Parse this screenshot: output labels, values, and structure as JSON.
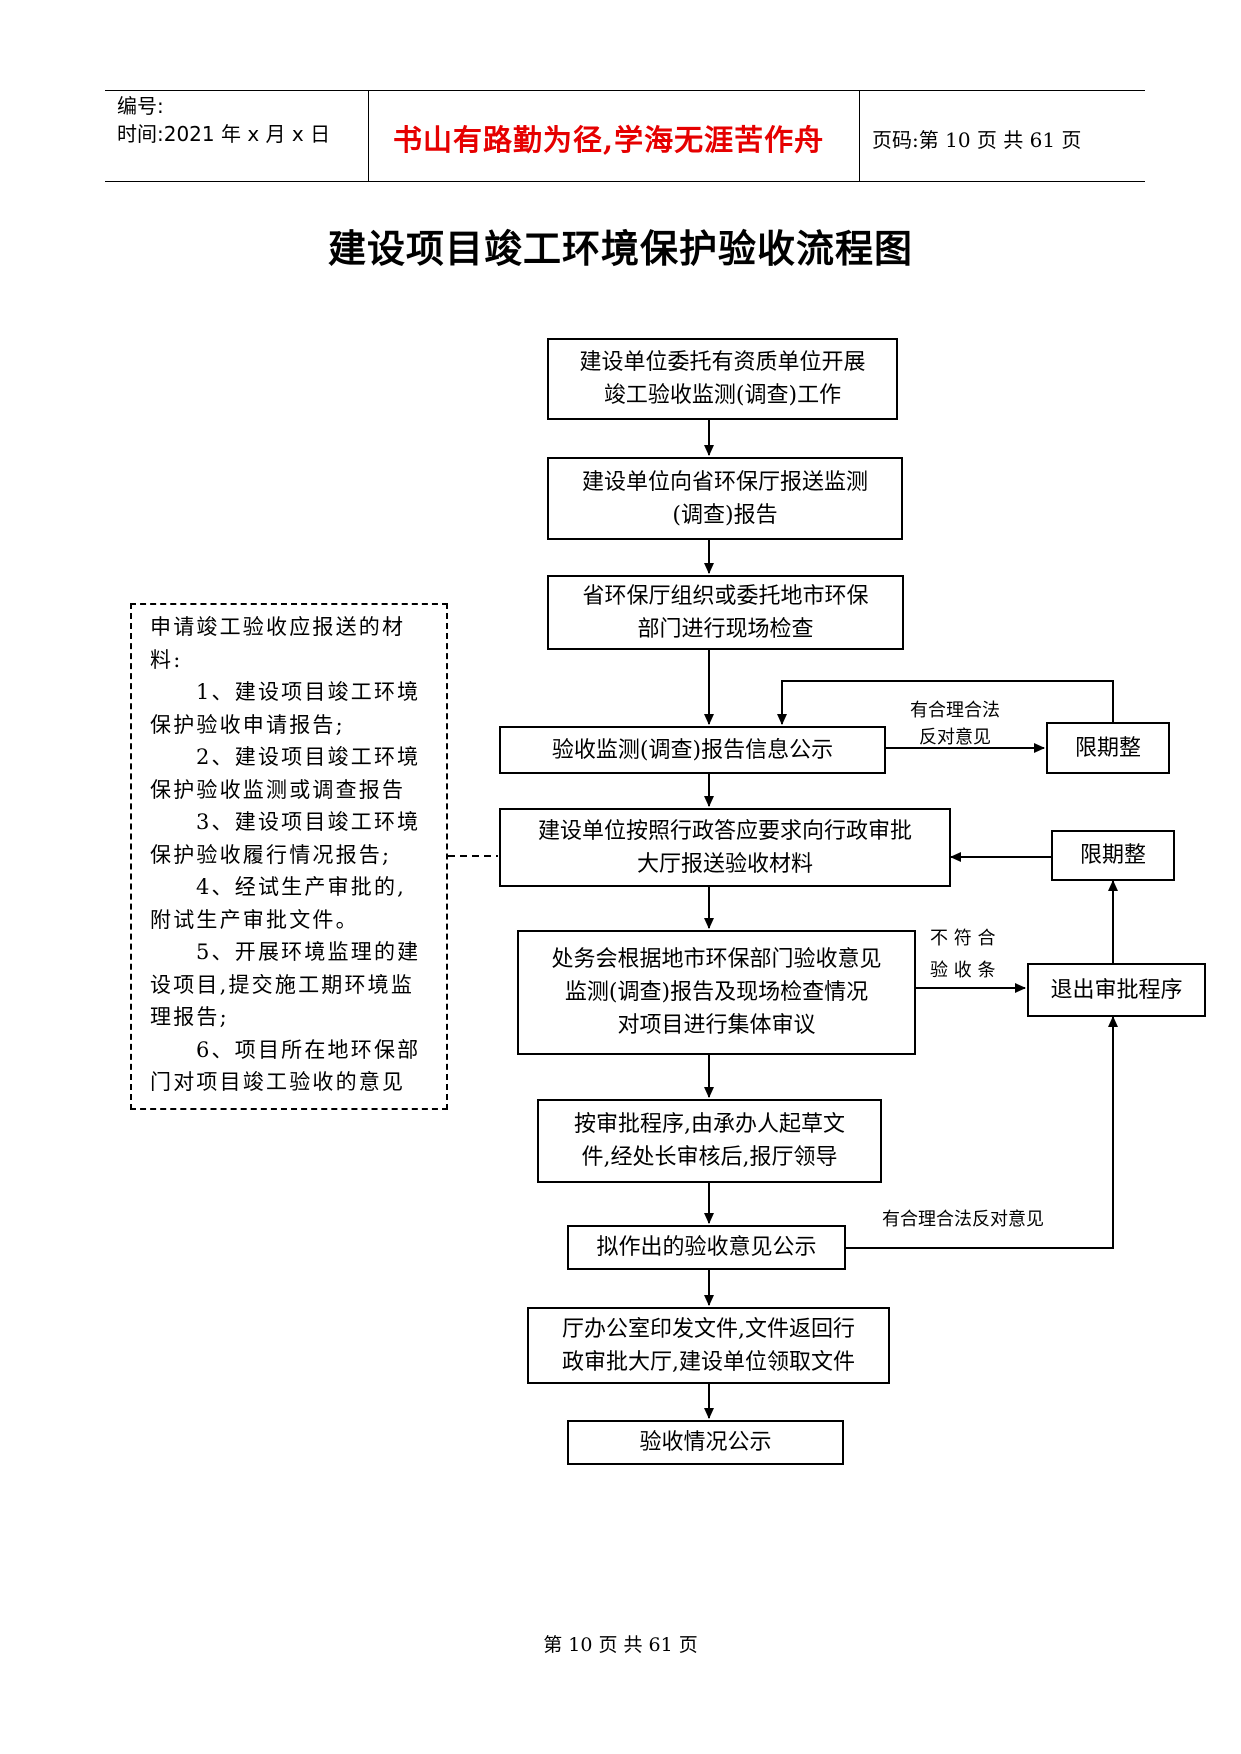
{
  "header": {
    "serial_label": "编号:",
    "time_label": "时间:2021 年 x 月 x 日",
    "motto": "书山有路勤为径,学海无涯苦作舟",
    "page_code": "页码:第 10 页  共 61 页"
  },
  "title": "建设项目竣工环境保护验收流程图",
  "flow": {
    "step1": [
      "建设单位委托有资质单位开展",
      "竣工验收监测(调查)工作"
    ],
    "step2": [
      "建设单位向省环保厅报送监测",
      "(调查)报告"
    ],
    "step3": [
      "省环保厅组织或委托地市环保",
      "部门进行现场检查"
    ],
    "step4": [
      "验收监测(调查)报告信息公示"
    ],
    "step5": [
      "建设单位按照行政答应要求向行政审批",
      "大厅报送验收材料"
    ],
    "step6": [
      "处务会根据地市环保部门验收意见",
      "监测(调查)报告及现场检查情况",
      "对项目进行集体审议"
    ],
    "step7": [
      "按审批程序,由承办人起草文",
      "件,经处长审核后,报厅领导"
    ],
    "step8": [
      "拟作出的验收意见公示"
    ],
    "step9": [
      "厅办公室印发文件,文件返回行",
      "政审批大厅,建设单位领取文件"
    ],
    "step10": [
      "验收情况公示"
    ],
    "rectify_top": "限期整",
    "rectify_mid": "限期整",
    "exit": "退出审批程序",
    "cond_objection": [
      "有合理合法",
      "反对意见"
    ],
    "cond_fail": [
      "不 符 合",
      "验 收 条"
    ],
    "cond_objection2": "有合理合法反对意见"
  },
  "materials_note": [
    "申请竣工验收应报送的材",
    "料:",
    "1、建设项目竣工环境",
    "保护验收申请报告;",
    "2、建设项目竣工环境",
    "保护验收监测或调查报告",
    "3、建设项目竣工环境",
    "保护验收履行情况报告;",
    "4、经试生产审批的,",
    "附试生产审批文件。",
    "5、开展环境监理的建",
    "设项目,提交施工期环境监",
    "理报告;",
    "6、项目所在地环保部",
    "门对项目竣工验收的意见"
  ],
  "footer": "第 10 页 共 61 页"
}
